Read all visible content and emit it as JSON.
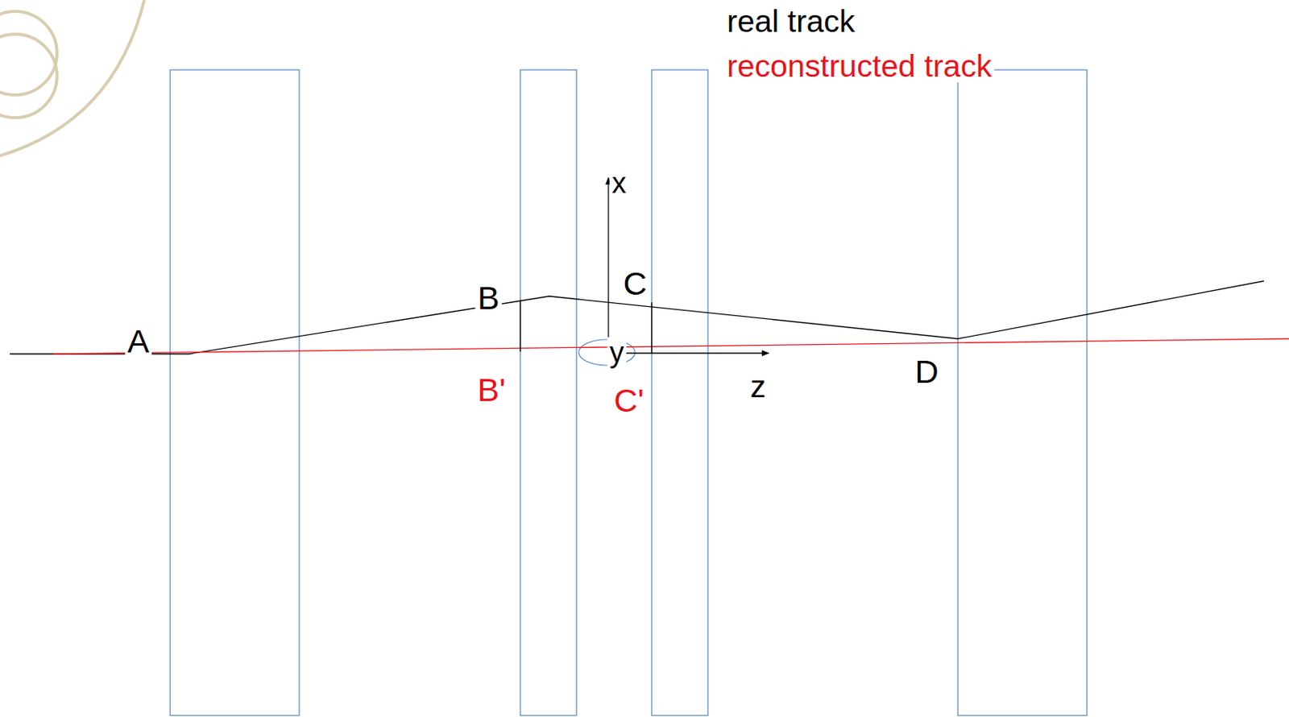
{
  "diagram": {
    "labels": [
      "real track",
      "reconstructed track",
      "A",
      "B",
      "C",
      "D",
      "B'",
      "C'",
      "x",
      "y",
      "z"
    ]
  }
}
